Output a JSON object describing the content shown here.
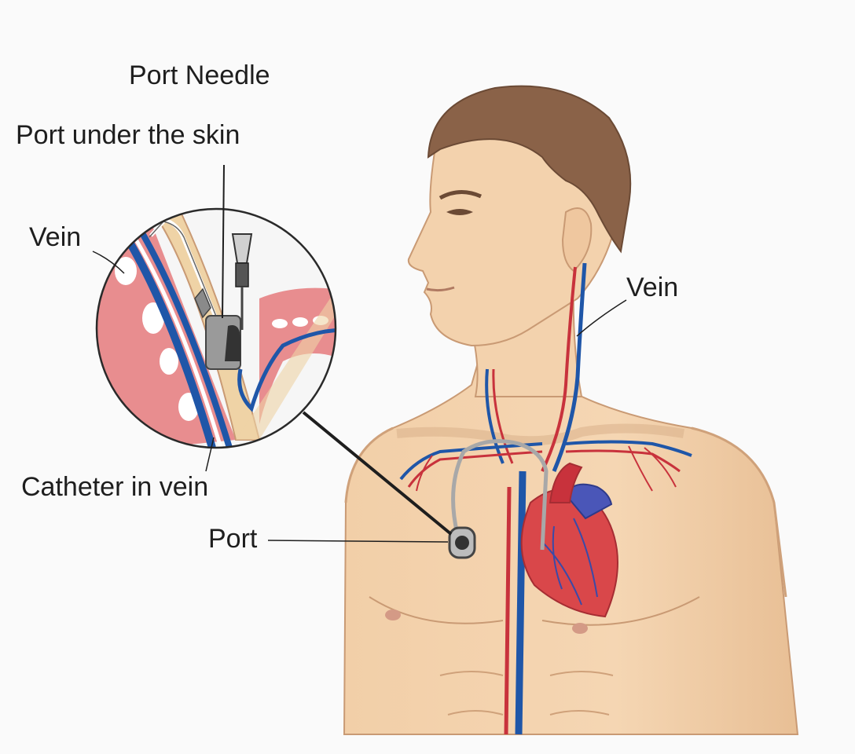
{
  "labels": {
    "port_needle": "Port Needle",
    "port_under_skin": "Port under the skin",
    "vein_inset": "Vein",
    "vein_neck": "Vein",
    "catheter_in_vein": "Catheter in vein",
    "port": "Port"
  },
  "colors": {
    "background": "#fafafa",
    "skin": "#f3d2ad",
    "skin_shadow": "#deb48c",
    "hair": "#8a6248",
    "vein": "#1f56a8",
    "artery": "#c8323c",
    "heart": "#d9474a",
    "tissue": "#e88d8f",
    "outline": "#2a2a2a"
  }
}
